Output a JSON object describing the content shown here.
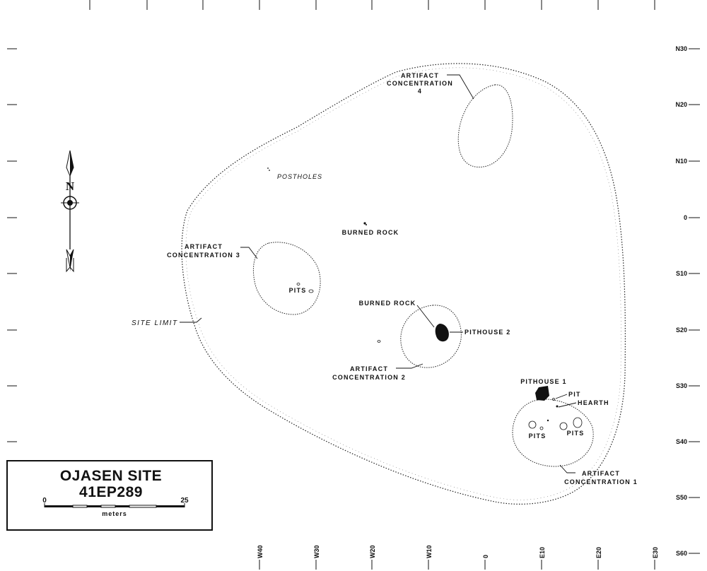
{
  "title": {
    "line1": "OJASEN SITE",
    "line2": "41EP289"
  },
  "scale_bar": {
    "start_label": "0",
    "end_label": "25",
    "unit_label": "meters"
  },
  "north_arrow": {
    "label": "N"
  },
  "labels": {
    "artifact_concentration_4": [
      "ARTIFACT",
      "CONCENTRATION",
      "4"
    ],
    "artifact_concentration_3": [
      "ARTIFACT",
      "CONCENTRATION 3"
    ],
    "artifact_concentration_2": [
      "ARTIFACT",
      "CONCENTRATION 2"
    ],
    "artifact_concentration_1": [
      "ARTIFACT",
      "CONCENTRATION 1"
    ],
    "postholes": "POSTHOLES",
    "burned_rock_center": "BURNED ROCK",
    "burned_rock_pithouse": "BURNED ROCK",
    "pithouse_2": "PITHOUSE 2",
    "pithouse_1": "PITHOUSE 1",
    "pit": "PIT",
    "hearth": "HEARTH",
    "pits_conc3": "PITS",
    "pits_left_conc1": "PITS",
    "pits_right_conc1": "PITS",
    "site_limit": "SITE LIMIT"
  },
  "grid": {
    "northing_labels": [
      "N30",
      "N20",
      "N10",
      "0",
      "S10",
      "S20",
      "S30",
      "S40",
      "S50",
      "S60"
    ],
    "easting_labels": [
      "W40",
      "W30",
      "W20",
      "W10",
      "0",
      "E10",
      "E20",
      "E30"
    ]
  },
  "icons": {
    "north_arrow": "north-arrow-icon",
    "feature_fill": "#111111"
  }
}
